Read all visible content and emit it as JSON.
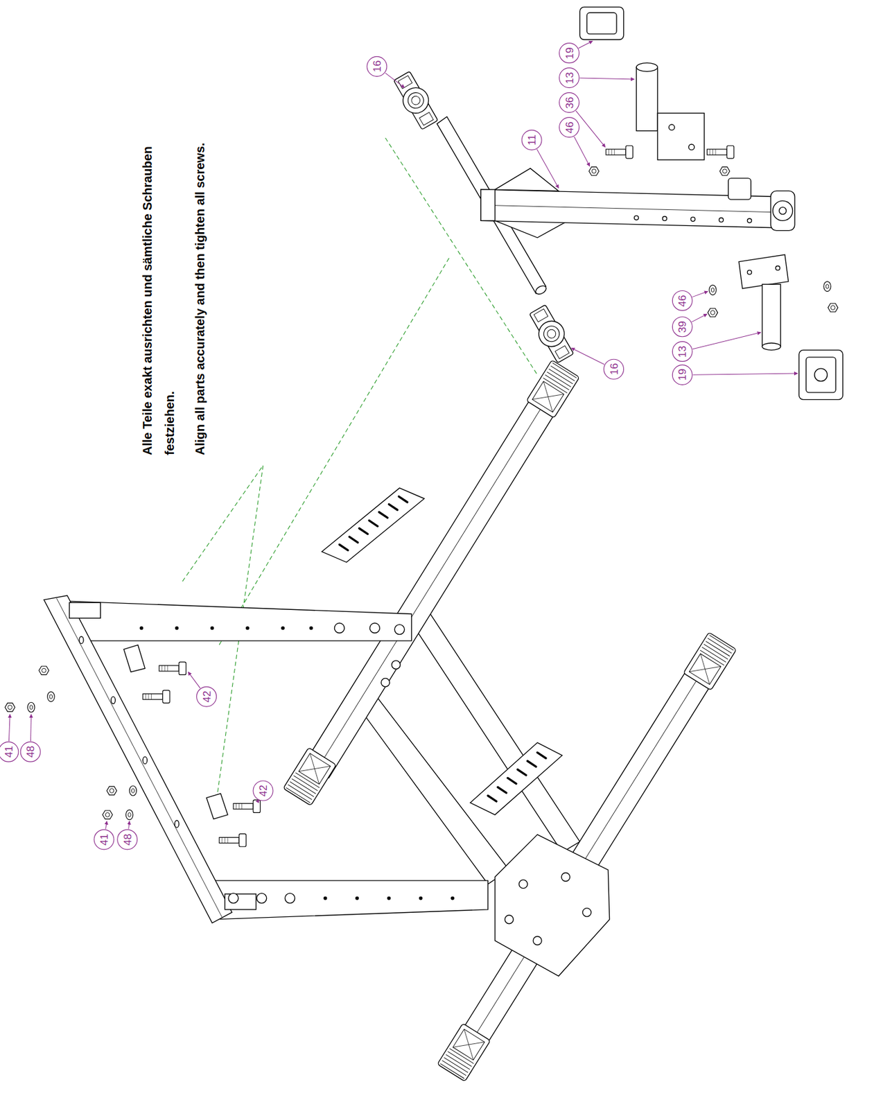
{
  "diagram": {
    "labels": [
      "Alle Teile exakt ausrichten und sämtliche Schrauben festziehen.",
      "Align all parts accurately and then tighten all screws.",
      "16",
      "19",
      "13",
      "36",
      "46",
      "11",
      "16",
      "46",
      "39",
      "13",
      "19",
      "42",
      "41",
      "48",
      "42",
      "41",
      "48"
    ]
  }
}
